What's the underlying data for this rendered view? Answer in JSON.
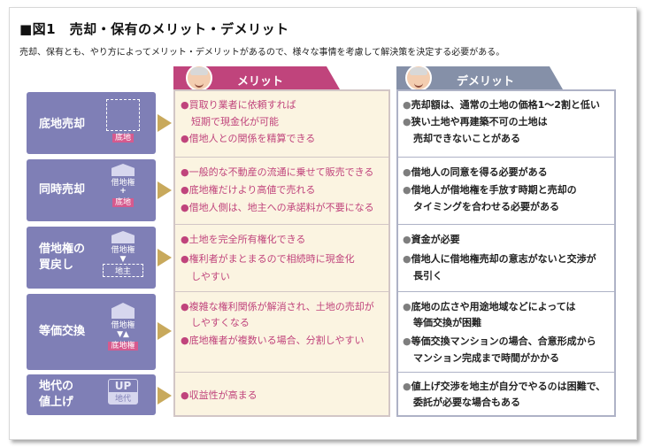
{
  "title": "■図1　売却・保有のメリット・デメリット",
  "subtitle": "売却、保有とも、やり方によってメリット・デメリットがあるので、様々な事情を考慮して解決策を決定する必要がある。",
  "columns": {
    "merit": "メリット",
    "demerit": "デメリット"
  },
  "bullet": "●",
  "rows": [
    {
      "name_lines": [
        "底地売却"
      ],
      "icon_labels": [
        "底地"
      ],
      "merits": [
        "買取り業者に依頼すれば",
        "短期で現金化が可能",
        "借地人との関係を精算できる"
      ],
      "demerits": [
        "売却額は、通常の土地の価格1～2割と低い",
        "狭い土地や再建築不可の土地は",
        "売却できないことがある"
      ]
    },
    {
      "name_lines": [
        "同時売却"
      ],
      "icon_labels": [
        "借地権",
        "+",
        "底地"
      ],
      "merits": [
        "一般的な不動産の流通に乗せて販売できる",
        "底地権だけより高値で売れる",
        "借地人側は、地主への承諾料が不要になる"
      ],
      "demerits": [
        "借地人の同意を得る必要がある",
        "借地人が借地権を手放す時期と売却の",
        "タイミングを合わせる必要がある"
      ]
    },
    {
      "name_lines": [
        "借地権の",
        "買戻し"
      ],
      "icon_labels": [
        "借地権",
        "▼",
        "地主"
      ],
      "merits": [
        "土地を完全所有権化できる",
        "権利者がまとまるので相続時に現金化",
        "しやすい"
      ],
      "demerits": [
        "資金が必要",
        "借地人に借地権売却の意志がないと交渉が",
        "長引く"
      ]
    },
    {
      "name_lines": [
        "等価交換"
      ],
      "icon_labels": [
        "借地権",
        "▼▲",
        "底地権"
      ],
      "merits": [
        "複雑な権利関係が解消され、土地の売却が",
        "しやすくなる",
        "底地権者が複数いる場合、分割しやすい"
      ],
      "demerits": [
        "底地の広さや用途地域などによっては",
        "等価交換が困難",
        "等価交換マンションの場合、合意形成から",
        "マンション完成まで時間がかかる"
      ]
    },
    {
      "name_lines": [
        "地代の",
        "値上げ"
      ],
      "icon_labels": [
        "UP",
        "地代"
      ],
      "merits": [
        "収益性が高まる"
      ],
      "demerits": [
        "値上げ交渉を地主が自分でやるのは困難で、",
        "委託が必要な場合もある"
      ]
    }
  ]
}
